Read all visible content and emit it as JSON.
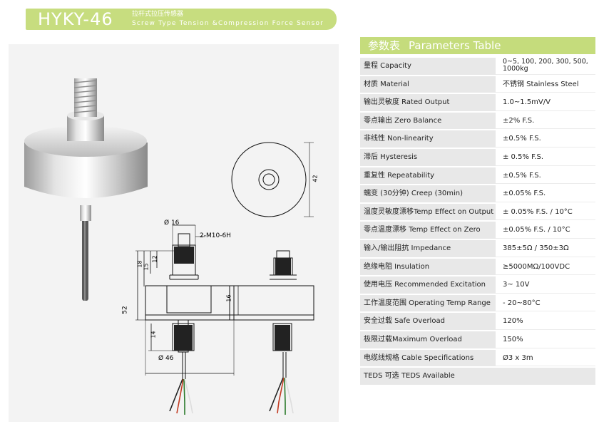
{
  "header": {
    "model": "HYKY-46",
    "title_cn": "拉杆式拉压传感器",
    "title_en": "Screw Type Tension &Compression Force Sensor"
  },
  "table": {
    "title_cn": "参数表",
    "title_en": "Parameters Table",
    "rows": [
      {
        "label": "量程 Capacity",
        "value": "0~5, 100, 200, 300, 500, 1000kg"
      },
      {
        "label": "材质 Material",
        "value": "不锈钢 Stainless Steel"
      },
      {
        "label": "输出灵敏度 Rated Output",
        "value": "1.0~1.5mV/V"
      },
      {
        "label": "零点输出 Zero Balance",
        "value": "±2% F.S."
      },
      {
        "label": "非线性 Non-linearity",
        "value": "±0.5% F.S."
      },
      {
        "label": "滞后 Hysteresis",
        "value": "± 0.5% F.S."
      },
      {
        "label": "重复性 Repeatability",
        "value": "±0.5% F.S."
      },
      {
        "label": "蠕变 (30分钟) Creep (30min)",
        "value": "±0.05% F.S."
      },
      {
        "label": "温度灵敏度漂移Temp Effect on Output",
        "value": "± 0.05% F.S. / 10°C"
      },
      {
        "label": "零点温度漂移 Temp Effect on Zero",
        "value": "±0.05% F.S. / 10°C"
      },
      {
        "label": "输入/输出阻抗 Impedance",
        "value": "385±5Ω / 350±3Ω"
      },
      {
        "label": "绝缘电阻 Insulation",
        "value": "≥5000MΩ/100VDC"
      },
      {
        "label": "使用电压 Recommended Excitation",
        "value": "3~ 10V"
      },
      {
        "label": "工作温度范围 Operating Temp Range",
        "value": "- 20~80°C"
      },
      {
        "label": "安全过载 Safe Overload",
        "value": "120%"
      },
      {
        "label": "极限过载Maximum Overload",
        "value": "150%"
      },
      {
        "label": "电缆线规格 Cable Specifications",
        "value": "Ø3 x 3m"
      }
    ],
    "footer": "TEDS 可选 TEDS Available"
  },
  "drawing": {
    "dim_d16": "Ø 16",
    "dim_thread": "2-M10-6H",
    "dim_18": "18",
    "dim_15": "15",
    "dim_12": "12",
    "dim_52": "52",
    "dim_14": "14",
    "dim_d46": "Ø 46",
    "dim_16": "16",
    "dim_42": "42"
  },
  "colors": {
    "accent": "#c7dd7f",
    "panel": "#f3f3f3",
    "label_bg": "#e8e8e8"
  }
}
